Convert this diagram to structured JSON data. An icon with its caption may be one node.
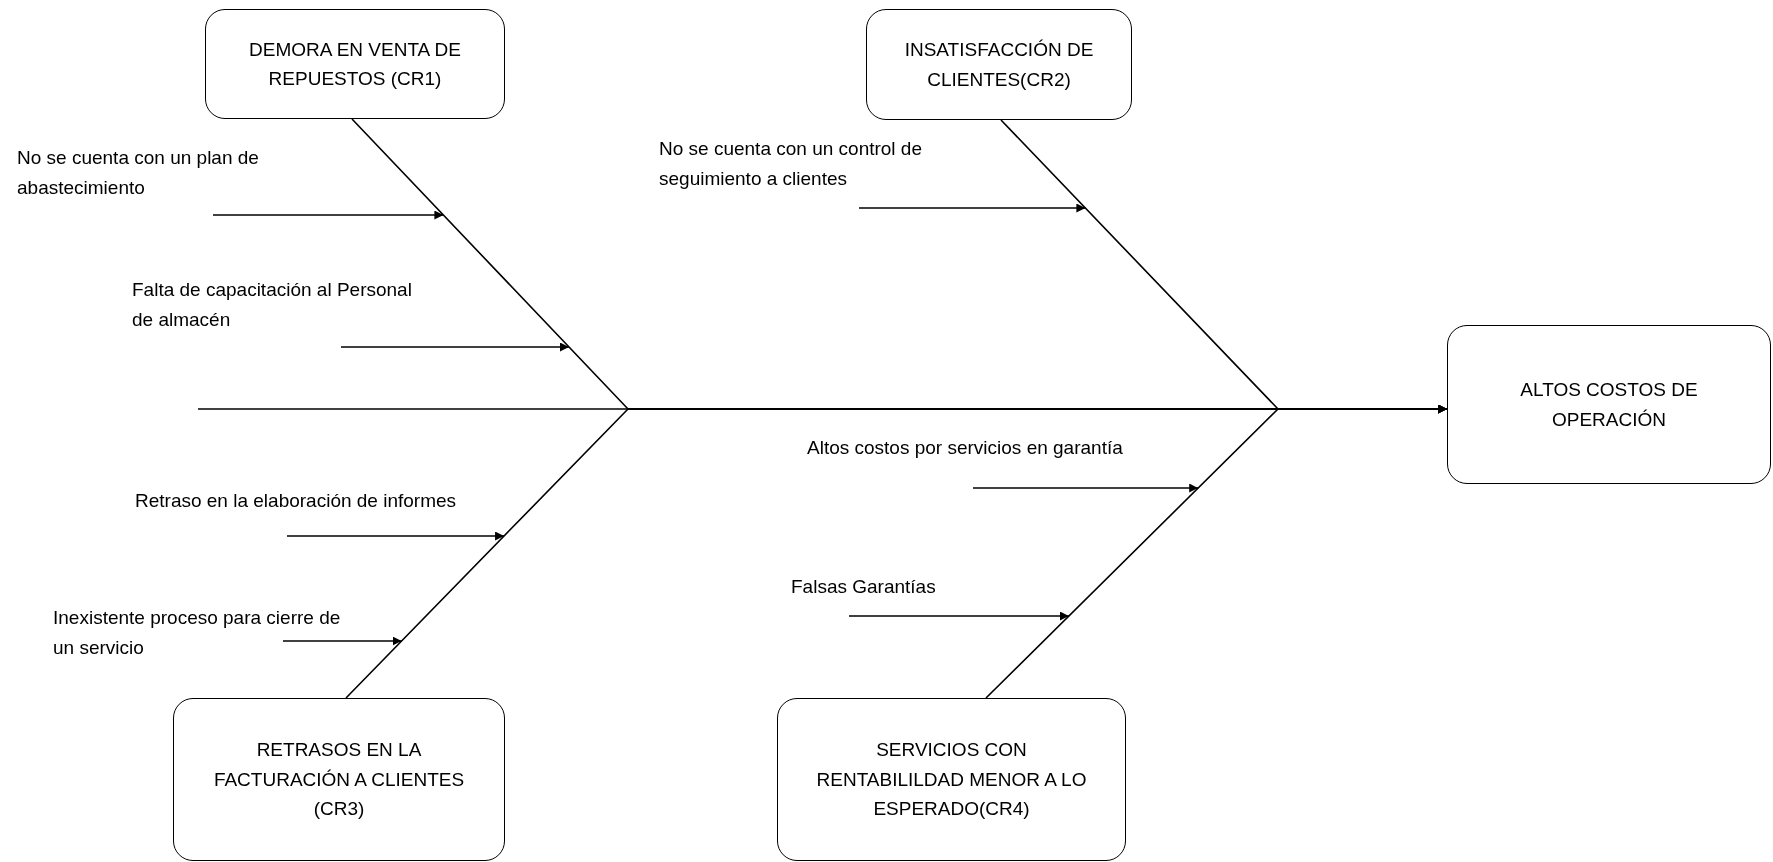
{
  "diagram": {
    "nodes": [
      {
        "text": [
          "DEMORA EN VENTA DE REPUESTOS (CR1)"
        ]
      },
      {
        "text": [
          "INSATISFACCIÓN DE CLIENTES(CR2)"
        ]
      },
      {
        "text": [
          "No se cuenta con un plan de abastecimiento"
        ]
      },
      {
        "text": [
          "No se cuenta con un control de seguimiento a clientes"
        ]
      },
      {
        "text": [
          "Falta de capacitación al Personal de almacén"
        ]
      },
      {
        "text": [
          "ALTOS COSTOS DE OPERACIÓN"
        ]
      },
      {
        "text": [
          "Retraso en la elaboración de informes"
        ]
      },
      {
        "text": [
          "Altos costos por servicios en garantía"
        ]
      },
      {
        "text": [
          "Inexistente proceso para cierre de un servicio"
        ]
      },
      {
        "text": [
          "Falsas Garantías"
        ]
      },
      {
        "text": [
          "RETRASOS EN LA FACTURACIÓN A CLIENTES (CR3)"
        ]
      },
      {
        "text": [
          "SERVICIOS CON RENTABILILDAD MENOR A LO ESPERADO(CR4)"
        ]
      }
    ],
    "edges": [
      {
        "from": 2,
        "to": null,
        "arrow": "to"
      },
      {
        "from": 4,
        "to": null,
        "arrow": "to"
      },
      {
        "from": 3,
        "to": null,
        "arrow": "to"
      },
      {
        "from": 6,
        "to": null,
        "arrow": "to"
      },
      {
        "from": 8,
        "to": null,
        "arrow": "to"
      },
      {
        "from": 7,
        "to": null,
        "arrow": "to"
      },
      {
        "from": 9,
        "to": null,
        "arrow": "to"
      },
      {
        "from": 0,
        "to": 5,
        "arrow": "to"
      },
      {
        "from": 1,
        "to": 5,
        "arrow": "to"
      },
      {
        "from": 10,
        "to": 5,
        "arrow": "to"
      },
      {
        "from": 11,
        "to": 5,
        "arrow": "to"
      },
      {
        "from": null,
        "to": 5,
        "arrow": "to"
      }
    ]
  }
}
